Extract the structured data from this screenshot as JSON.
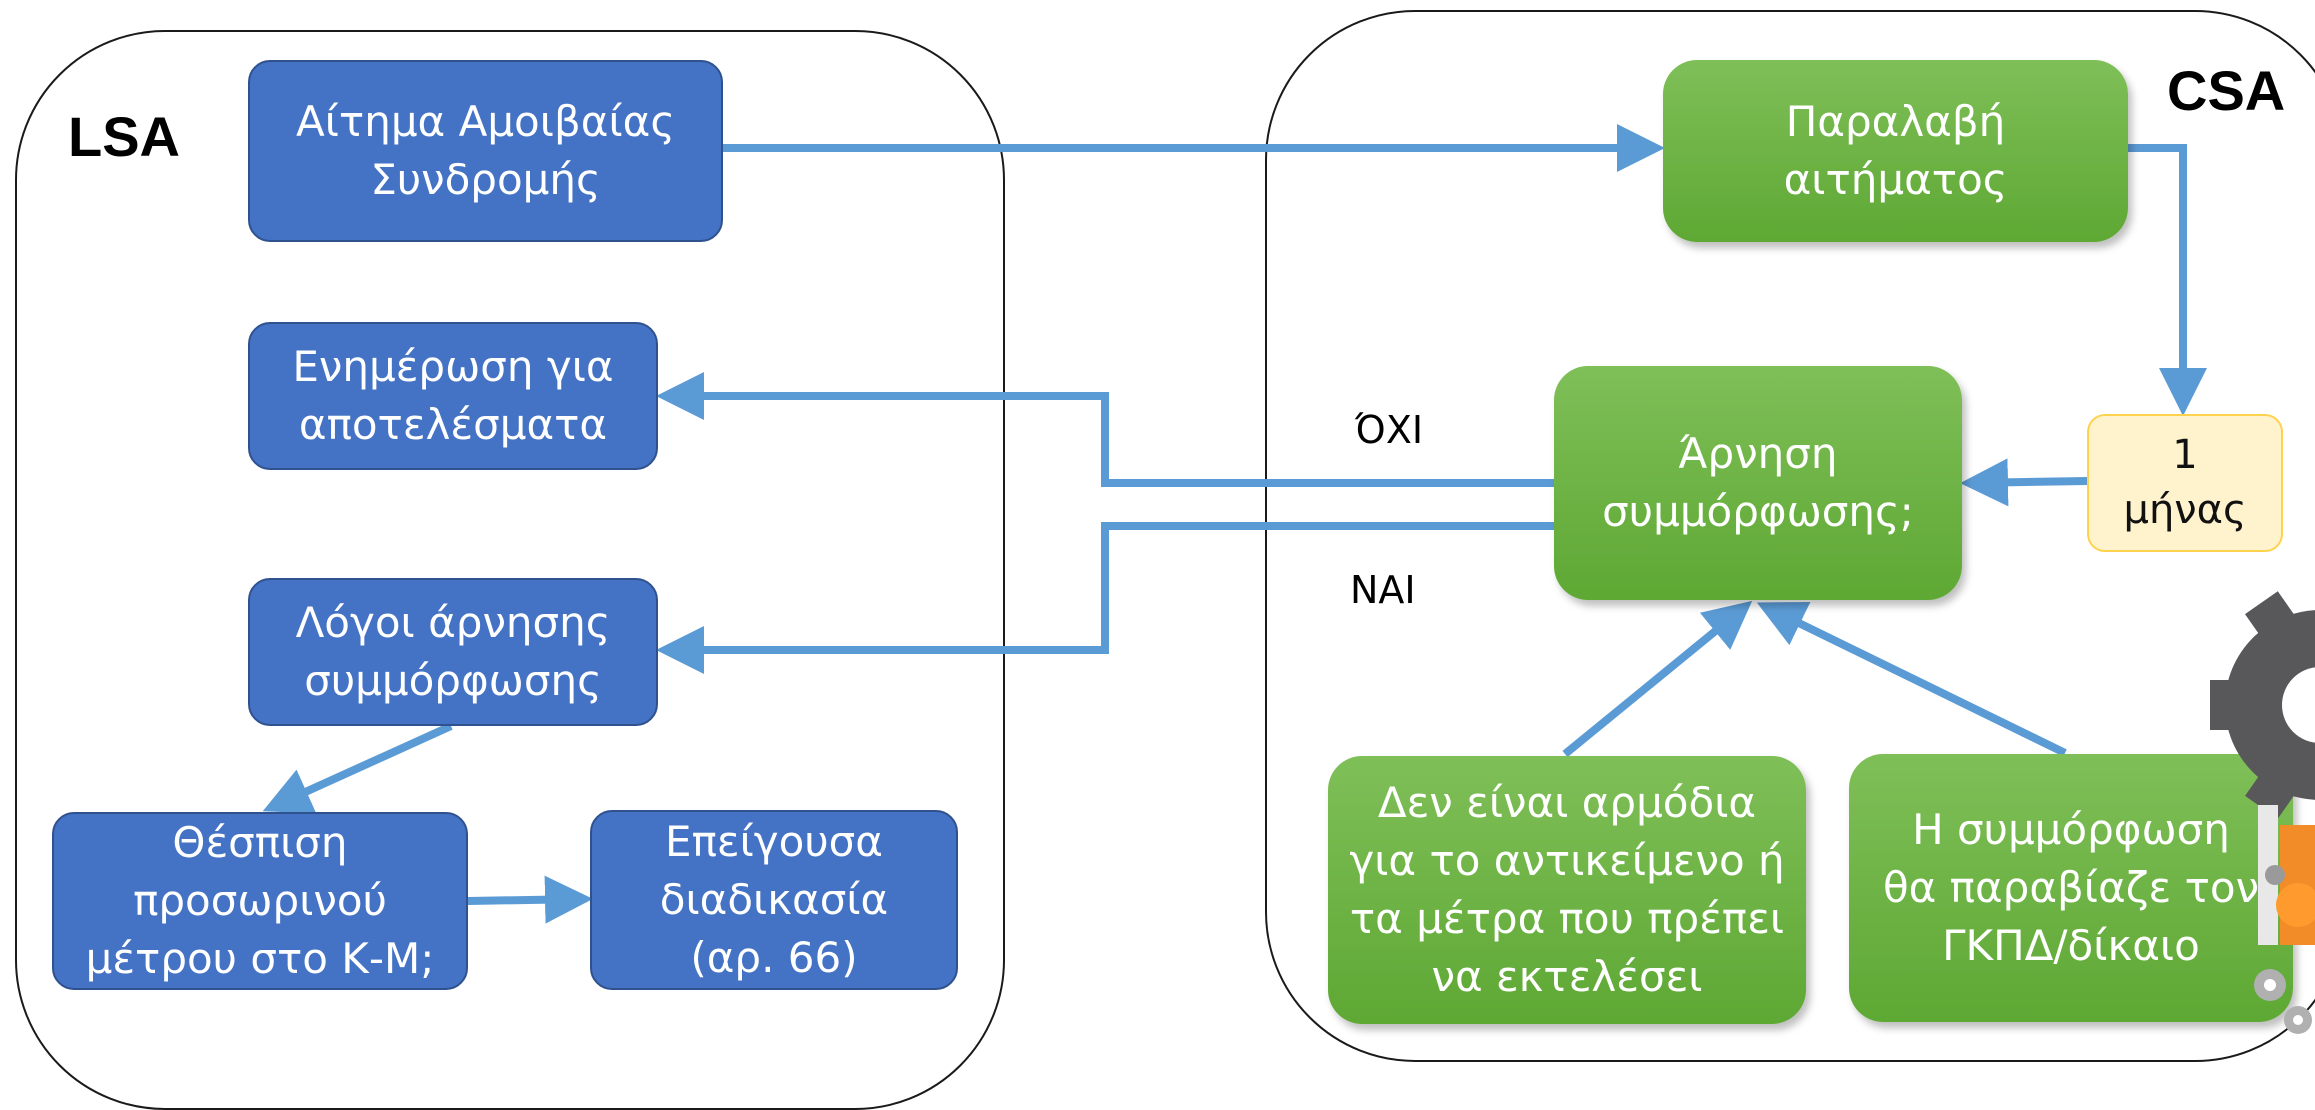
{
  "regions": {
    "lsa": "LSA",
    "csa": "CSA"
  },
  "nodes": {
    "request": "Αίτημα Αμοιβαίας\nΣυνδρομής",
    "results": "Ενημέρωση για\nαποτελέσματα",
    "reasons": "Λόγοι άρνησης\nσυμμόρφωσης",
    "interim": "Θέσπιση\nπροσωρινού\nμέτρου στο Κ-Μ;",
    "urgent": "Επείγουσα\nδιαδικασία\n(αρ. 66)",
    "receipt": "Παραλαβή\nαιτήματος",
    "refusal": "Άρνηση\nσυμμόρφωσης;",
    "month": "1\nμήνας",
    "competent": "Δεν είναι αρμόδια\nγια το αντικείμενο ή\nτα μέτρα που πρέπει\nνα εκτελέσει",
    "gdpr": "Η συμμόρφωση\nθα παραβίαζε τον\nΓΚΠΔ/δίκαιο"
  },
  "edge_labels": {
    "no": "ΌΧΙ",
    "yes": "ΝΑΙ"
  },
  "colors": {
    "lsa_box": "#4472c4",
    "csa_box": "#6db33f",
    "note_box": "#fff3cd",
    "arrow": "#5b9bd5"
  },
  "decorations": [
    "gear-icon"
  ]
}
